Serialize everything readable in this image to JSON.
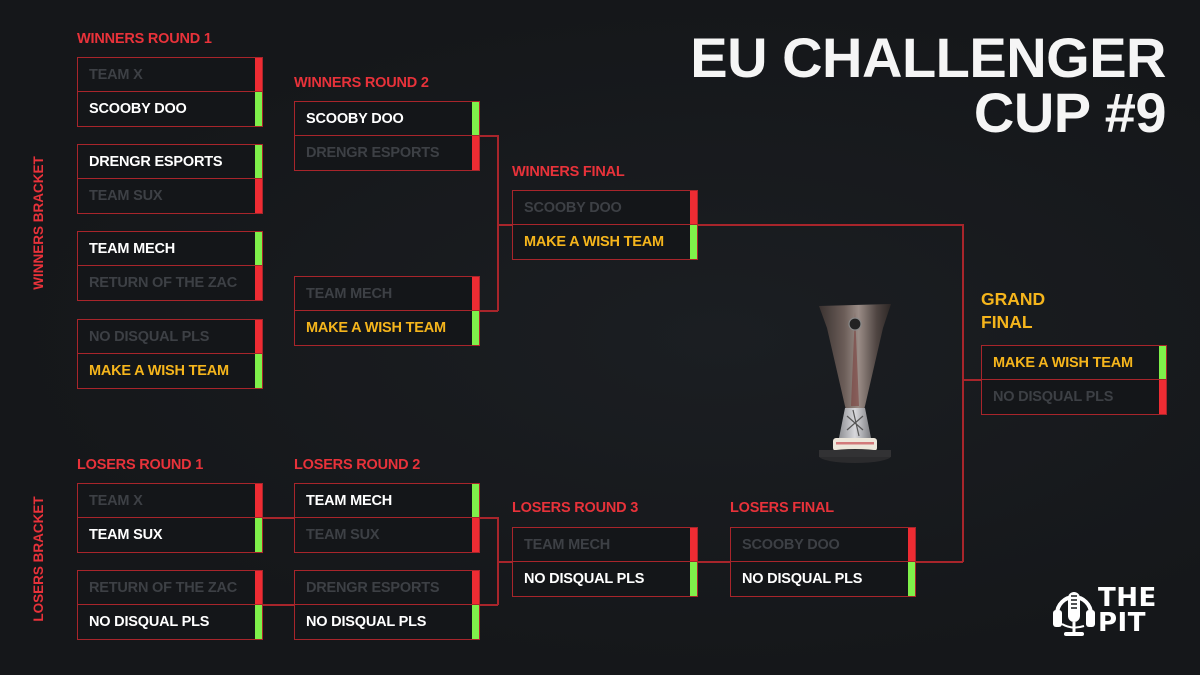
{
  "title": {
    "line1": "EU CHALLENGER",
    "line2": "CUP #9"
  },
  "side_labels": {
    "winners": "WINNERS BRACKET",
    "losers": "LOSERS BRACKET"
  },
  "colors": {
    "background": "#16181b",
    "accent_red": "#e8323a",
    "border_red": "#a8252b",
    "win_green": "#7ff04a",
    "loss_red": "#ee2c33",
    "champion_gold": "#f5b51c",
    "loser_text": "#3d4045"
  },
  "rounds": {
    "winners_round_1": {
      "label": "WINNERS ROUND 1",
      "matches": [
        {
          "top": {
            "team": "TEAM X",
            "result": "loss"
          },
          "bottom": {
            "team": "SCOOBY DOO",
            "result": "win"
          }
        },
        {
          "top": {
            "team": "DRENGR ESPORTS",
            "result": "win"
          },
          "bottom": {
            "team": "TEAM SUX",
            "result": "loss"
          }
        },
        {
          "top": {
            "team": "TEAM MECH",
            "result": "win"
          },
          "bottom": {
            "team": "RETURN OF THE ZAC",
            "result": "loss"
          }
        },
        {
          "top": {
            "team": "NO DISQUAL PLS",
            "result": "loss"
          },
          "bottom": {
            "team": "MAKE A WISH TEAM",
            "result": "win"
          }
        }
      ]
    },
    "winners_round_2": {
      "label": "WINNERS ROUND 2",
      "matches": [
        {
          "top": {
            "team": "SCOOBY DOO",
            "result": "win"
          },
          "bottom": {
            "team": "DRENGR ESPORTS",
            "result": "loss"
          }
        },
        {
          "top": {
            "team": "TEAM MECH",
            "result": "loss"
          },
          "bottom": {
            "team": "MAKE A WISH TEAM",
            "result": "win"
          }
        }
      ]
    },
    "winners_final": {
      "label": "WINNERS FINAL",
      "matches": [
        {
          "top": {
            "team": "SCOOBY DOO",
            "result": "loss"
          },
          "bottom": {
            "team": "MAKE A WISH TEAM",
            "result": "win"
          }
        }
      ]
    },
    "grand_final": {
      "label_line1": "GRAND",
      "label_line2": "FINAL",
      "matches": [
        {
          "top": {
            "team": "MAKE A WISH TEAM",
            "result": "win"
          },
          "bottom": {
            "team": "NO DISQUAL PLS",
            "result": "loss"
          }
        }
      ]
    },
    "losers_round_1": {
      "label": "LOSERS ROUND 1",
      "matches": [
        {
          "top": {
            "team": "TEAM X",
            "result": "loss"
          },
          "bottom": {
            "team": "TEAM SUX",
            "result": "win"
          }
        },
        {
          "top": {
            "team": "RETURN OF THE ZAC",
            "result": "loss"
          },
          "bottom": {
            "team": "NO DISQUAL PLS",
            "result": "win"
          }
        }
      ]
    },
    "losers_round_2": {
      "label": "LOSERS ROUND 2",
      "matches": [
        {
          "top": {
            "team": "TEAM MECH",
            "result": "win"
          },
          "bottom": {
            "team": "TEAM SUX",
            "result": "loss"
          }
        },
        {
          "top": {
            "team": "DRENGR ESPORTS",
            "result": "loss"
          },
          "bottom": {
            "team": "NO DISQUAL PLS",
            "result": "win"
          }
        }
      ]
    },
    "losers_round_3": {
      "label": "LOSERS ROUND 3",
      "matches": [
        {
          "top": {
            "team": "TEAM MECH",
            "result": "loss"
          },
          "bottom": {
            "team": "NO DISQUAL PLS",
            "result": "win"
          }
        }
      ]
    },
    "losers_final": {
      "label": "LOSERS FINAL",
      "matches": [
        {
          "top": {
            "team": "SCOOBY DOO",
            "result": "loss"
          },
          "bottom": {
            "team": "NO DISQUAL PLS",
            "result": "win"
          }
        }
      ]
    }
  },
  "champion": "MAKE A WISH TEAM",
  "trophy": {
    "icon": "trophy-icon"
  },
  "logo": {
    "line1": "THE",
    "line2": "PIT",
    "icon": "headphones-microphone-icon"
  }
}
